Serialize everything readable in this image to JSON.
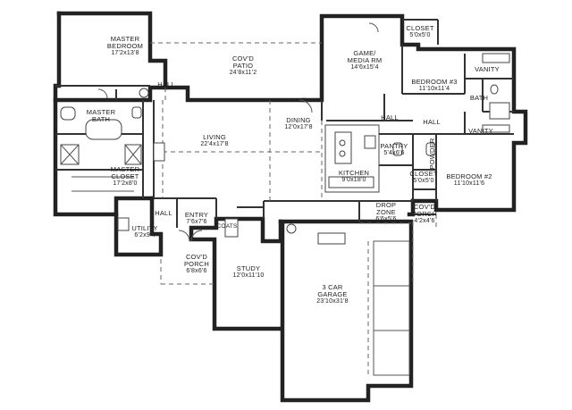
{
  "rooms": [
    {
      "id": "master-bedroom",
      "name": "MASTER\nBEDROOM",
      "dim": "17'2x13'8"
    },
    {
      "id": "covd-patio",
      "name": "COV'D\nPATIO",
      "dim": "24'8x11'2"
    },
    {
      "id": "game-media",
      "name": "GAME/\nMEDIA RM",
      "dim": "14'6x15'4"
    },
    {
      "id": "closet-top",
      "name": "CLOSET",
      "dim": "5'0x5'0"
    },
    {
      "id": "vanity-top",
      "name": "VANITY",
      "dim": ""
    },
    {
      "id": "bedroom-3",
      "name": "BEDROOM #3",
      "dim": "11'10x11'4"
    },
    {
      "id": "bath",
      "name": "BATH",
      "dim": ""
    },
    {
      "id": "hall-top",
      "name": "HALL",
      "dim": ""
    },
    {
      "id": "master-bath",
      "name": "MASTER\nBATH",
      "dim": ""
    },
    {
      "id": "dining",
      "name": "DINING",
      "dim": "12'0x17'8"
    },
    {
      "id": "hall-mid",
      "name": "HALL",
      "dim": ""
    },
    {
      "id": "hall-right",
      "name": "HALL",
      "dim": ""
    },
    {
      "id": "vanity-right",
      "name": "VANITY",
      "dim": ""
    },
    {
      "id": "living",
      "name": "LIVING",
      "dim": "22'4x17'8"
    },
    {
      "id": "pantry",
      "name": "PANTRY",
      "dim": "5'4x6'6"
    },
    {
      "id": "powder",
      "name": "POWDER",
      "dim": ""
    },
    {
      "id": "master-closet",
      "name": "MASTER\nCLOSET",
      "dim": "17'2x8'0"
    },
    {
      "id": "kitchen",
      "name": "KITCHEN",
      "dim": "9'0x18'0"
    },
    {
      "id": "closet-right",
      "name": "CLOSET",
      "dim": "5'0x5'0"
    },
    {
      "id": "bedroom-2",
      "name": "BEDROOM #2",
      "dim": "11'10x11'6"
    },
    {
      "id": "hall-left",
      "name": "HALL",
      "dim": ""
    },
    {
      "id": "entry",
      "name": "ENTRY",
      "dim": "7'6x7'6"
    },
    {
      "id": "coats",
      "name": "COATS",
      "dim": ""
    },
    {
      "id": "drop-zone",
      "name": "DROP\nZONE",
      "dim": "6'6x5'6"
    },
    {
      "id": "covd-porch-right",
      "name": "COV'D\nPORCH",
      "dim": "4'2x4'6"
    },
    {
      "id": "utility",
      "name": "UTILITY",
      "dim": "6'2x9'4"
    },
    {
      "id": "covd-porch-front",
      "name": "COV'D\nPORCH",
      "dim": "6'8x6'6"
    },
    {
      "id": "study",
      "name": "STUDY",
      "dim": "12'0x11'10"
    },
    {
      "id": "garage",
      "name": "3 CAR\nGARAGE",
      "dim": "23'10x31'8"
    }
  ]
}
